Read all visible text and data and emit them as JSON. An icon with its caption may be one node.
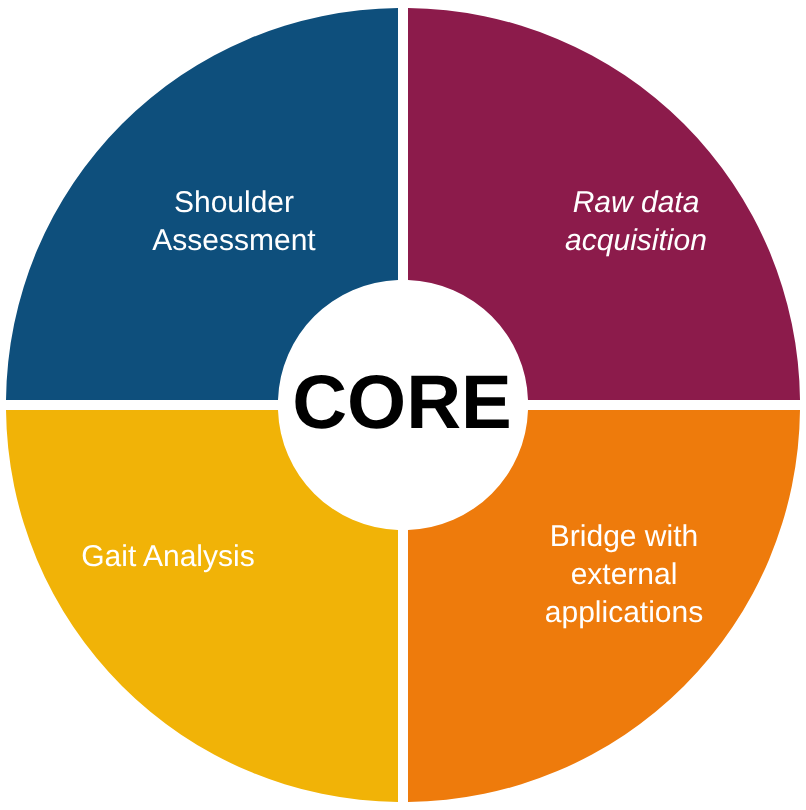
{
  "diagram": {
    "nodes": [
      {
        "text": [
          "Shoulder Assessment"
        ]
      },
      {
        "text": [
          "Raw data acquisition"
        ]
      },
      {
        "text": [
          "CORE"
        ]
      },
      {
        "text": [
          "Gait Analysis"
        ]
      },
      {
        "text": [
          "Bridge with external applications"
        ]
      }
    ]
  }
}
